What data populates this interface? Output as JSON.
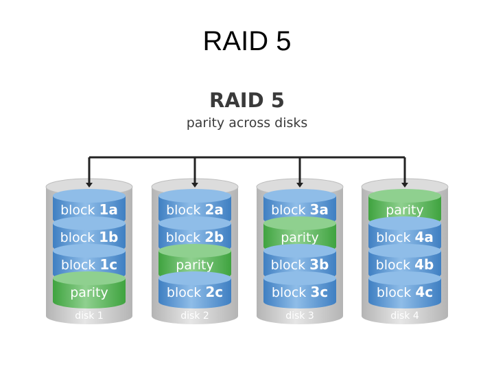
{
  "slide": {
    "title": "RAID 5"
  },
  "figure": {
    "title": "RAID 5",
    "subtitle": "parity across disks",
    "colors": {
      "data_block": "#4f8fd0",
      "data_block_light": "#8fbde8",
      "parity_block": "#4db34d",
      "parity_block_light": "#8fd08f",
      "disk_body": "#c8c8c8",
      "connector": "#222222"
    },
    "disks": [
      {
        "label": "disk 1",
        "blocks": [
          {
            "word": "block",
            "id": "1a",
            "kind": "data"
          },
          {
            "word": "block",
            "id": "1b",
            "kind": "data"
          },
          {
            "word": "block",
            "id": "1c",
            "kind": "data"
          },
          {
            "word": "parity",
            "id": "",
            "kind": "parity"
          }
        ]
      },
      {
        "label": "disk 2",
        "blocks": [
          {
            "word": "block",
            "id": "2a",
            "kind": "data"
          },
          {
            "word": "block",
            "id": "2b",
            "kind": "data"
          },
          {
            "word": "parity",
            "id": "",
            "kind": "parity"
          },
          {
            "word": "block",
            "id": "2c",
            "kind": "data"
          }
        ]
      },
      {
        "label": "disk 3",
        "blocks": [
          {
            "word": "block",
            "id": "3a",
            "kind": "data"
          },
          {
            "word": "parity",
            "id": "",
            "kind": "parity"
          },
          {
            "word": "block",
            "id": "3b",
            "kind": "data"
          },
          {
            "word": "block",
            "id": "3c",
            "kind": "data"
          }
        ]
      },
      {
        "label": "disk 4",
        "blocks": [
          {
            "word": "parity",
            "id": "",
            "kind": "parity"
          },
          {
            "word": "block",
            "id": "4a",
            "kind": "data"
          },
          {
            "word": "block",
            "id": "4b",
            "kind": "data"
          },
          {
            "word": "block",
            "id": "4c",
            "kind": "data"
          }
        ]
      }
    ]
  }
}
